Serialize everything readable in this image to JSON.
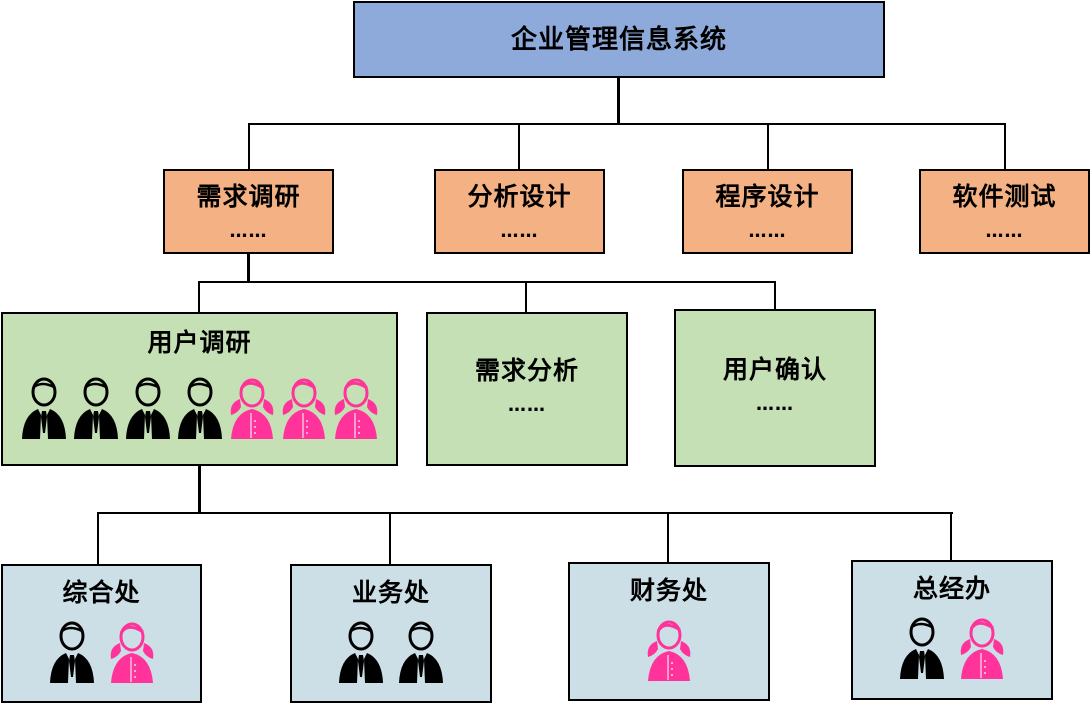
{
  "root": {
    "label": "企业管理信息系统"
  },
  "phases": [
    {
      "label": "需求调研",
      "detail": "……"
    },
    {
      "label": "分析设计",
      "detail": "……"
    },
    {
      "label": "程序设计",
      "detail": "……"
    },
    {
      "label": "软件测试",
      "detail": "……"
    }
  ],
  "subtasks": [
    {
      "label": "用户调研",
      "people": [
        "male",
        "male",
        "male",
        "male",
        "female",
        "female",
        "female"
      ]
    },
    {
      "label": "需求分析",
      "detail": "……"
    },
    {
      "label": "用户确认",
      "detail": "……"
    }
  ],
  "departments": [
    {
      "label": "综合处",
      "people": [
        "male",
        "female"
      ]
    },
    {
      "label": "业务处",
      "people": [
        "male",
        "male"
      ]
    },
    {
      "label": "财务处",
      "people": [
        "female"
      ]
    },
    {
      "label": "总经办",
      "people": [
        "male",
        "female"
      ]
    }
  ],
  "colors": {
    "root": "#8EAADB",
    "phase": "#F4B183",
    "subtask": "#C5E0B4",
    "department": "#CCDFE6",
    "male_icon": "#000000",
    "female_icon": "#FF3399"
  }
}
